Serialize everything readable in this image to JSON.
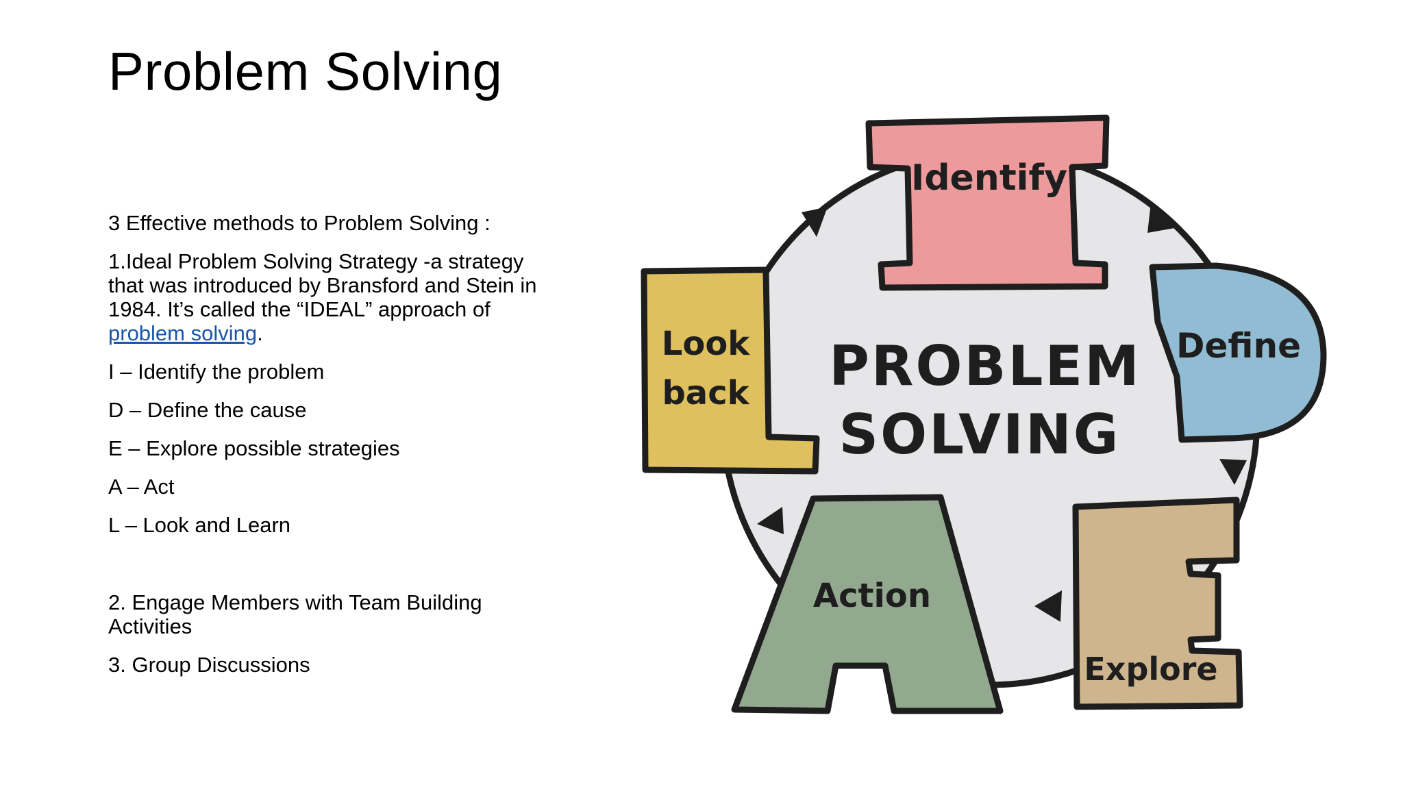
{
  "slide": {
    "title": "Problem Solving",
    "intro": "3 Effective methods to Problem Solving :",
    "method1_text": "1.Ideal Problem Solving Strategy -a strategy that was introduced by Bransford and Stein in 1984. It’s called the “IDEAL” approach of ",
    "method1_link": "problem solving",
    "method1_end": ".",
    "ideal_steps": [
      "I – Identify the problem",
      "D – Define the cause",
      "E – Explore possible strategies",
      "A – Act",
      "L – Look and Learn"
    ],
    "method2": "2. Engage Members with Team Building Activities",
    "method3": "3. Group Discussions"
  },
  "diagram": {
    "center_line1": "PROBLEM",
    "center_line2": "SOLVING",
    "identify": "Identify",
    "define": "Define",
    "explore": "Explore",
    "action": "Action",
    "look_line1": "Look",
    "look_line2": "back",
    "colors": {
      "identify": "#ec9a9c",
      "define": "#92bcd3",
      "explore": "#cfb58e",
      "action": "#93a98f",
      "look": "#dfc05f",
      "circle": "#e6e6e8",
      "outline": "#1e1e1e"
    }
  }
}
